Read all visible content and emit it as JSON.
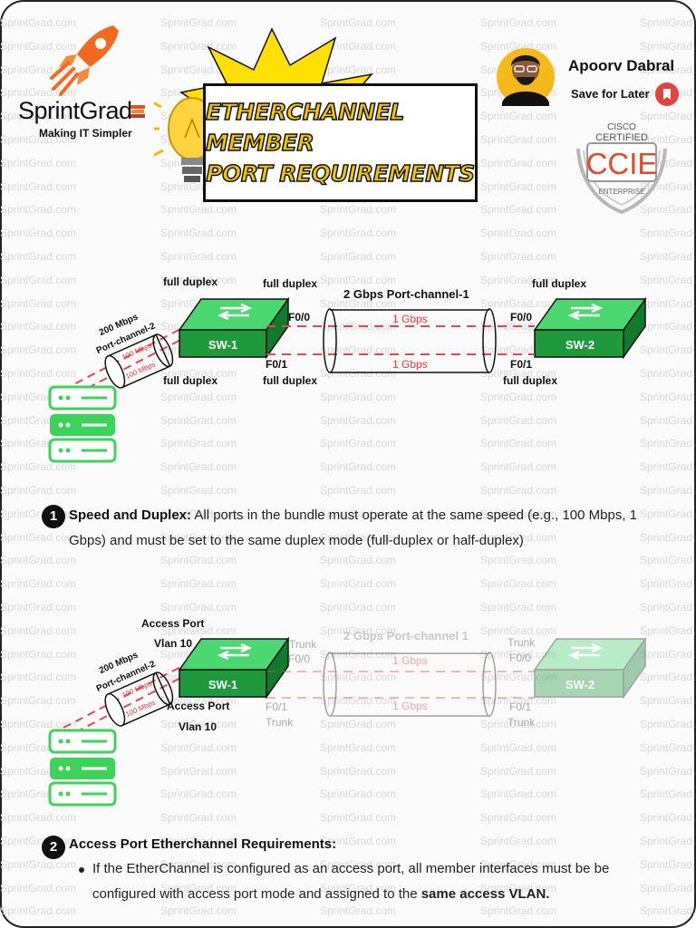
{
  "watermark": "SprintGrad.com",
  "brand": {
    "name": "SprintGrad",
    "tagline": "Making IT Simpler"
  },
  "author": {
    "name": "Apoorv Dabral",
    "save_label": "Save for Later"
  },
  "badge": {
    "line1": "CISCO",
    "line2": "CERTIFIED",
    "main": "CCIE",
    "sub": "ENTERPRISE"
  },
  "title": {
    "line1": "EtherChannel Member",
    "line2": "Port Requirements"
  },
  "diagram1": {
    "sw1": "SW-1",
    "sw2": "SW-2",
    "pc1_label": "2 Gbps Port-channel-1",
    "pc2_line1": "200 Mbps",
    "pc2_line2": "Port-channel-2",
    "link_small": "100 Mbps",
    "link_big": "1 Gbps",
    "duplex": "full duplex",
    "f00": "F0/0",
    "f01": "F0/1"
  },
  "point1": {
    "number": "1",
    "heading": "Speed and Duplex:",
    "text": " All ports in the bundle must operate at the same speed (e.g., 100 Mbps, 1 Gbps) and must be set to the same duplex mode (full-duplex or half-duplex)"
  },
  "diagram2": {
    "access_port": "Access Port",
    "vlan": "Vlan 10",
    "trunk": "Trunk",
    "pc1_label": "2 Gbps Port-channel 1"
  },
  "point2": {
    "number": "2",
    "heading": "Access Port Etherchannel Requirements:",
    "bullet_text": "If the EtherChannel is configured as an access port, all member interfaces must be be configured with access port mode and assigned to the ",
    "bullet_bold": "same access VLAN."
  }
}
